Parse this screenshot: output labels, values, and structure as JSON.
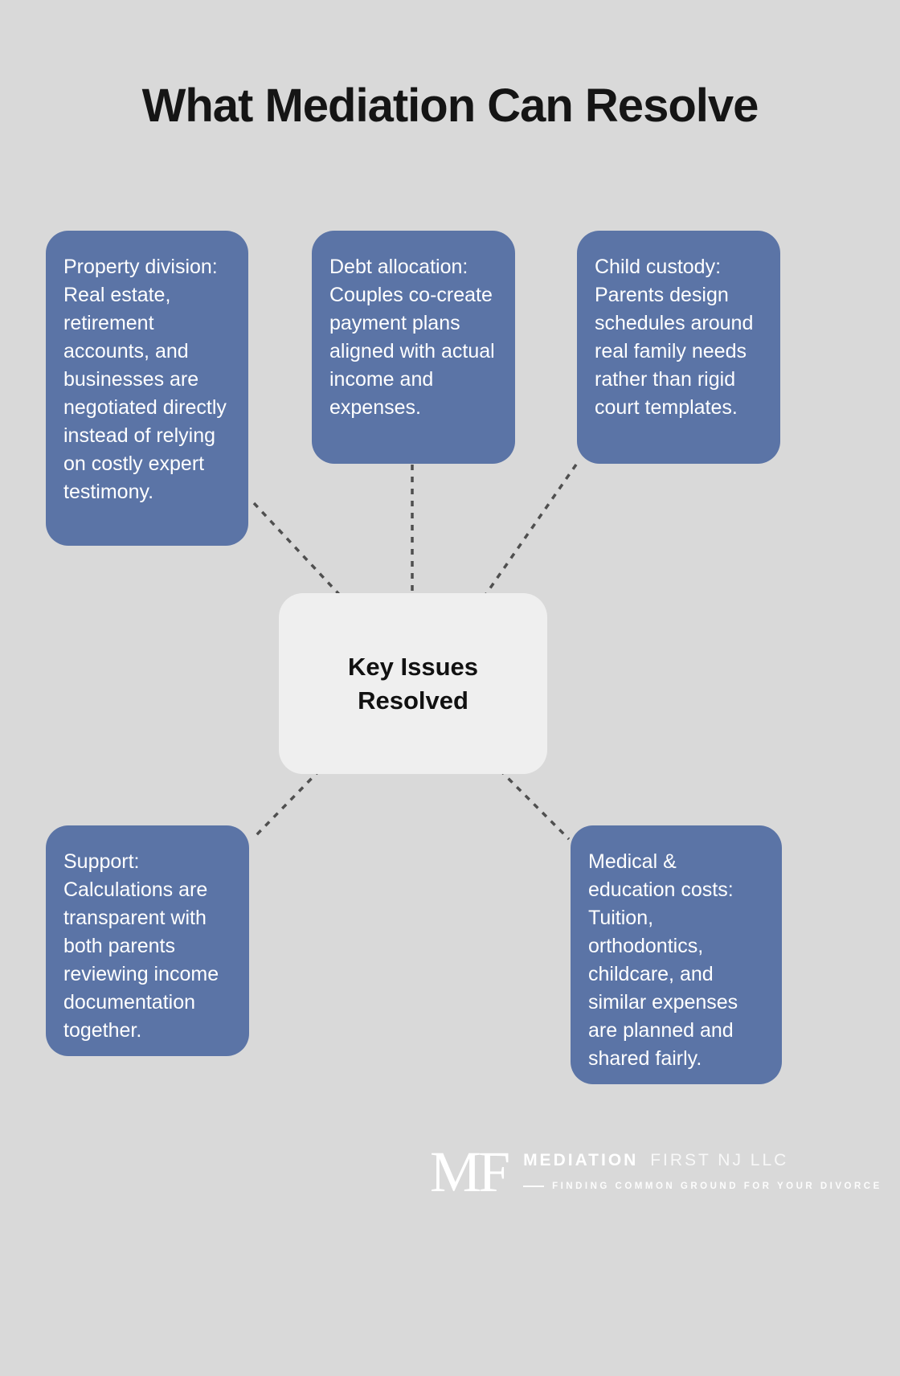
{
  "title": "What Mediation Can Resolve",
  "center": {
    "label": "Key Issues Resolved"
  },
  "nodes": [
    {
      "id": "property-division",
      "text": "Property division: Real estate, retirement accounts, and businesses are negotiated directly instead of relying on costly expert testimony."
    },
    {
      "id": "debt-allocation",
      "text": "Debt allocation: Couples co-create payment plans aligned with actual income and expenses."
    },
    {
      "id": "child-custody",
      "text": "Child custody: Parents design schedules around real family needs rather than rigid court templates."
    },
    {
      "id": "support",
      "text": "Support: Calculations are transparent with both parents reviewing income documentation together."
    },
    {
      "id": "medical-education-costs",
      "text": "Medical & education costs: Tuition, orthodontics, childcare, and similar expenses are planned and shared fairly."
    }
  ],
  "footer": {
    "monogram": "MF",
    "brand_primary": "MEDIATION",
    "brand_secondary": "FIRST NJ LLC",
    "tagline": "FINDING COMMON GROUND FOR YOUR DIVORCE"
  },
  "colors": {
    "background": "#d9d9d9",
    "node_fill": "#5b74a6",
    "node_text": "#ffffff",
    "center_fill": "#efefef",
    "center_text": "#111111",
    "connector": "#4f4f4f"
  }
}
